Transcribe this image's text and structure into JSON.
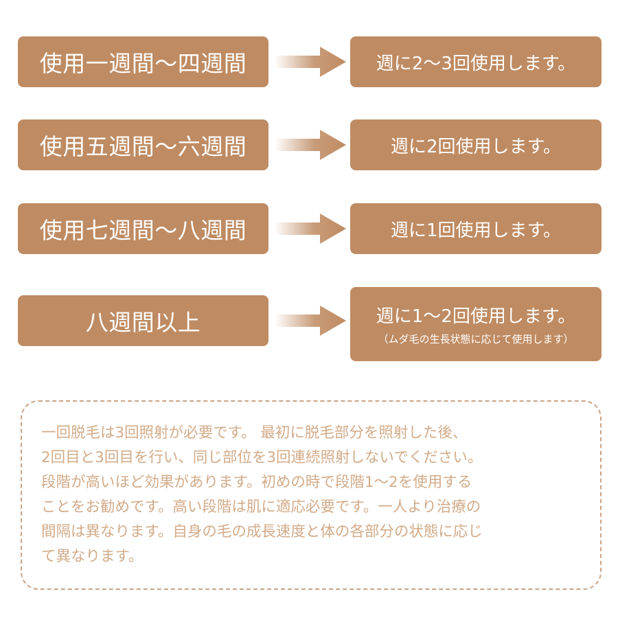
{
  "schedule": [
    {
      "period": "使用一週間～四週間",
      "frequency": "週に2～3回使用します。",
      "note": ""
    },
    {
      "period": "使用五週間～六週間",
      "frequency": "週に2回使用します。",
      "note": ""
    },
    {
      "period": "使用七週間～八週間",
      "frequency": "週に1回使用します。",
      "note": ""
    },
    {
      "period": "八週間以上",
      "frequency": "週に1～2回使用します。",
      "note": "（ムダ毛の生長状態に応じて使用します）"
    }
  ],
  "notice": {
    "lines": [
      "一回脱毛は3回照射が必要です。 最初に脱毛部分を照射した後、",
      "2回目と3回目を行い、同じ部位を3回連続照射しないでください。",
      "段階が高いほど効果があります。初めの時で段階1～2を使用する",
      "ことをお勧めです。高い段階は肌に適応必要です。一人より治療の",
      "間隔は異なります。自身の毛の成長速度と体の各部分の状態に応じ",
      "て異なります。"
    ]
  },
  "colors": {
    "box": "#bf8b62",
    "text_on_box": "#ffffff",
    "notice_text": "#d2ab89",
    "notice_border": "#c9a386"
  }
}
